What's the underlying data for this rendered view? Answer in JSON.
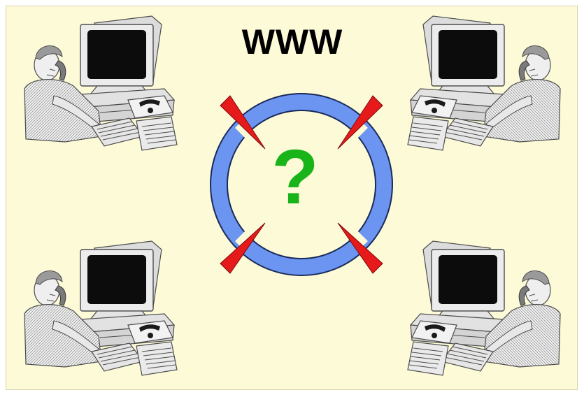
{
  "title": "WWW",
  "center_symbol": "?",
  "colors": {
    "background": "#fdfad8",
    "ring": "#6b95f0",
    "ring_outline": "#1a2a5a",
    "arrow": "#e61a1a",
    "question_mark": "#19b419",
    "monitor_screen": "#0c0c0c",
    "equipment": "#e7e7e7",
    "ink": "#4c4c4c"
  },
  "workstations": [
    {
      "id": "top-left"
    },
    {
      "id": "top-right"
    },
    {
      "id": "bottom-left"
    },
    {
      "id": "bottom-right"
    }
  ]
}
